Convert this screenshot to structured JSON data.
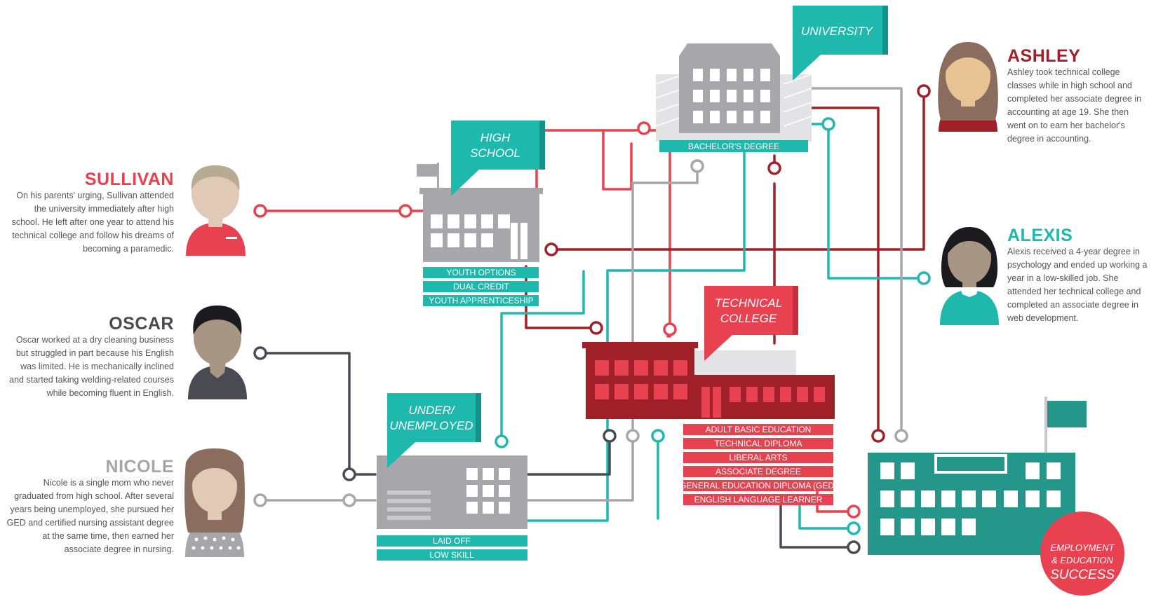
{
  "colors": {
    "teal": "#1fb8ac",
    "teal_dark": "#13938a",
    "red": "#e8414f",
    "dark_red": "#a0202a",
    "gray": "#a7a6aa",
    "gray_light": "#c9c8cb",
    "dark": "#4a4b52",
    "green": "#24978a"
  },
  "people": {
    "sullivan": {
      "name": "SULLIVAN",
      "description": "On his parents' urging, Sullivan attended the university immediately after high school. He left after one year to attend his technical college and follow his dreams of becoming a paramedic."
    },
    "oscar": {
      "name": "OSCAR",
      "description": "Oscar worked at a dry cleaning business but struggled in part because his English was limited. He is mechanically inclined and started taking welding-related courses while becoming fluent in English."
    },
    "nicole": {
      "name": "NICOLE",
      "description": "Nicole is a single mom who never graduated from high school. After several years being unemployed, she pursued her GED and certified nursing assistant degree at the same time, then earned her associate degree in nursing."
    },
    "ashley": {
      "name": "ASHLEY",
      "description": "Ashley took technical college classes while in high school and completed her associate degree in accounting at age 19. She then went on to earn her bachelor's degree in accounting."
    },
    "alexis": {
      "name": "ALEXIS",
      "description": "Alexis received a 4-year degree in psychology and ended up working a year in a low-skilled job. She attended her technical college and completed an associate degree in web development."
    }
  },
  "callouts": {
    "university": {
      "line1": "UNIVERSITY"
    },
    "high_school": {
      "line1": "HIGH",
      "line2": "SCHOOL"
    },
    "technical_college": {
      "line1": "TECHNICAL",
      "line2": "COLLEGE"
    },
    "under_unemployed": {
      "line1": "UNDER/",
      "line2": "UNEMPLOYED"
    }
  },
  "labels": {
    "university": [
      "BACHELOR'S DEGREE"
    ],
    "high_school": [
      "YOUTH OPTIONS",
      "DUAL CREDIT",
      "YOUTH APPRENTICESHIP"
    ],
    "under_unemployed": [
      "LAID OFF",
      "LOW SKILL"
    ],
    "technical_college": [
      "ADULT BASIC EDUCATION",
      "TECHNICAL DIPLOMA",
      "LIBERAL ARTS",
      "ASSOCIATE DEGREE",
      "GENERAL EDUCATION DIPLOMA (GED)",
      "ENGLISH LANGUAGE LEARNER"
    ]
  },
  "success": {
    "line1": "EMPLOYMENT",
    "line2": "& EDUCATION",
    "line3": "SUCCESS"
  }
}
